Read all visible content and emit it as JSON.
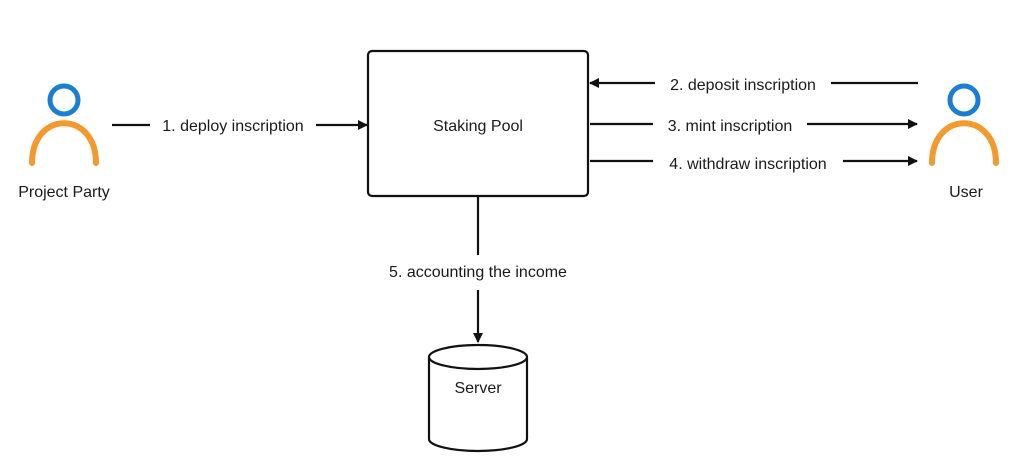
{
  "nodes": {
    "project_party": "Project Party",
    "staking_pool": "Staking Pool",
    "user": "User",
    "server": "Server"
  },
  "edges": {
    "deploy": "1. deploy inscription",
    "deposit": "2. deposit inscription",
    "mint": "3. mint inscription",
    "withdraw": "4. withdraw inscription",
    "accounting": "5. accounting the income"
  },
  "colors": {
    "actor_head": "#1a7fd4",
    "actor_body": "#f29a2e",
    "stroke": "#111111"
  }
}
